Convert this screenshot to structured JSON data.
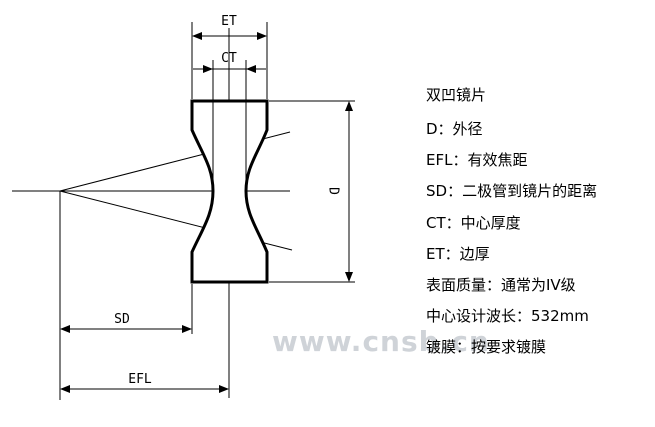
{
  "diagram": {
    "labels": {
      "et": "ET",
      "ct": "CT",
      "d": "D",
      "sd": "SD",
      "efl": "EFL"
    }
  },
  "legend": {
    "title": "双凹镜片",
    "lines": [
      "D：外径",
      "EFL：有效焦距",
      "SD：二极管到镜片的距离",
      "CT：中心厚度",
      "ET：边厚",
      "表面质量：通常为IV级",
      "中心设计波长：532mm",
      "镀膜：按要求镀膜"
    ]
  },
  "watermark": "www.cnsb.cn"
}
